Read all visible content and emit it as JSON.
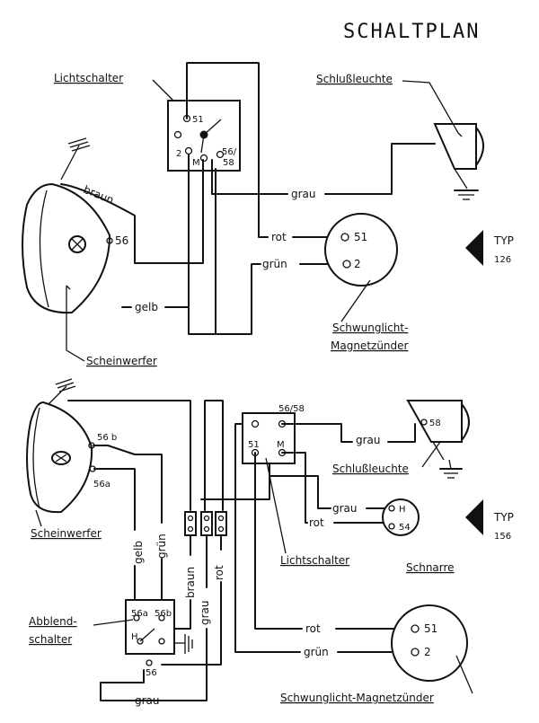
{
  "title": "SCHALTPLAN",
  "typ126": {
    "typ_label": "TYP",
    "typ_number": "126",
    "lichtschalter": "Lichtschalter",
    "schlussleuchte": "Schlußleuchte",
    "scheinwerfer": "Scheinwerfer",
    "zuender_line1": "Schwunglicht-",
    "zuender_line2": "Magnetzünder",
    "wire_braun": "braun",
    "wire_grau": "grau",
    "wire_rot": "rot",
    "wire_gruen": "grün",
    "wire_gelb": "gelb",
    "t51": "51",
    "t56_58a": "56/",
    "t56_58b": "58",
    "t2": "2",
    "tM": "M",
    "lamp56": "56",
    "z51": "51",
    "z2": "2"
  },
  "typ156": {
    "typ_label": "TYP",
    "typ_number": "156",
    "lichtschalter": "Lichtschalter",
    "schlussleuchte": "Schlußleuchte",
    "scheinwerfer": "Scheinwerfer",
    "schnarre": "Schnarre",
    "abblend1": "Abblend-",
    "abblend2": "schalter",
    "zuender": "Schwunglicht-Magnetzünder",
    "wire_grau": "grau",
    "wire_rot": "rot",
    "wire_gruen": "grün",
    "wire_gelb": "gelb",
    "wire_braun": "braun",
    "t5658": "56/58",
    "t51": "51",
    "tM": "M",
    "h56b": "56 b",
    "h56a": "56a",
    "s58": "58",
    "sH": "H",
    "s54": "54",
    "a56a": "56a",
    "a56b": "56b",
    "aH": "H",
    "a56": "56",
    "z51": "51",
    "z2": "2"
  }
}
